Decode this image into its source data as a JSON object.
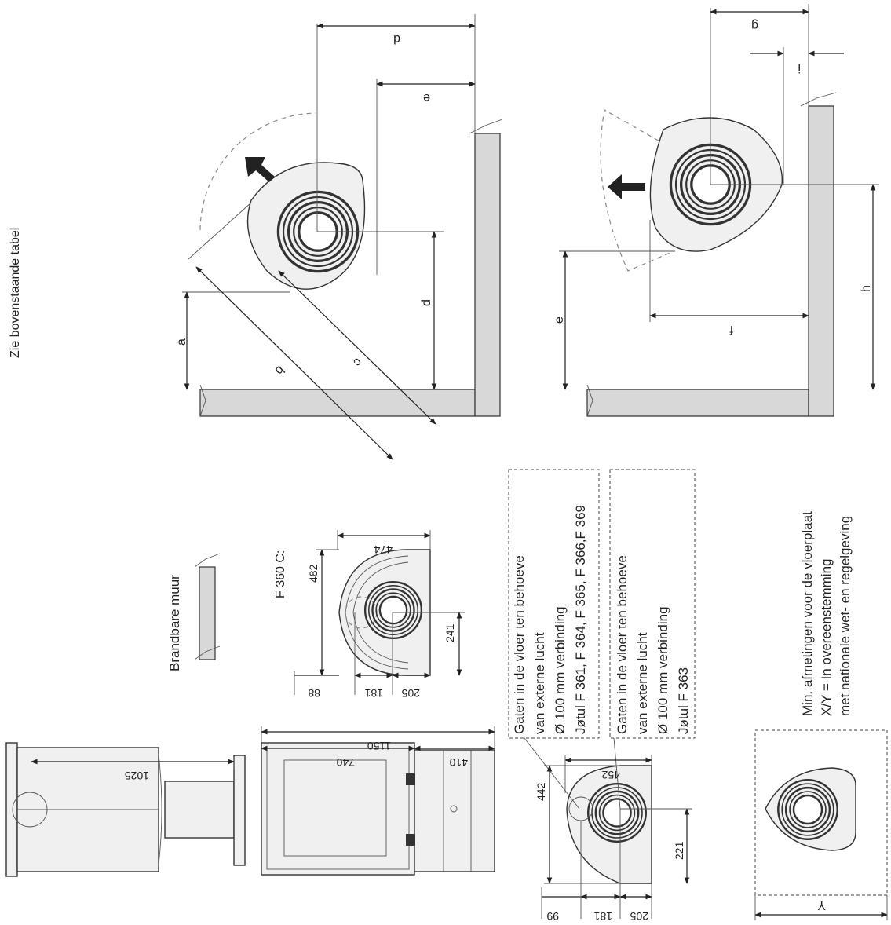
{
  "labels": {
    "see_table": "Zie bovenstaande tabel",
    "combustible_wall": "Brandbare muur",
    "model_c": "F 360 C:",
    "min_dims_1": "Min. afmetingen voor de vloerplaat",
    "min_dims_2": "X/Y = In overeenstemming",
    "min_dims_3": "met nationale wet- en regelgeving",
    "axis_y": "Y"
  },
  "letters": {
    "a": "a",
    "b": "b",
    "c": "c",
    "d": "d",
    "e": "e",
    "f": "f",
    "g": "g",
    "h": "h",
    "i": "i"
  },
  "box1": {
    "line1": "Gaten in de vloer ten behoeve",
    "line2": "van externe lucht",
    "line3": "Ø 100 mm verbinding",
    "line4": "Jøtul F 361, F 364, F 365, F 366,F 369"
  },
  "box2": {
    "line1": "Gaten in de vloer ten behoeve",
    "line2": "van externe lucht",
    "line3": "Ø 100 mm verbinding",
    "line4": "Jøtul F 363"
  },
  "dims": {
    "d1025": "1025",
    "d1150": "1150",
    "d740": "740",
    "d410": "410",
    "d474": "474",
    "d482": "482",
    "d241": "241",
    "d88": "88",
    "d181a": "181",
    "d205a": "205",
    "d452": "452",
    "d442": "442",
    "d221": "221",
    "d99": "99",
    "d181b": "181",
    "d205b": "205"
  },
  "colors": {
    "wall_fill": "#d8d8d8",
    "stroke": "#222222"
  }
}
